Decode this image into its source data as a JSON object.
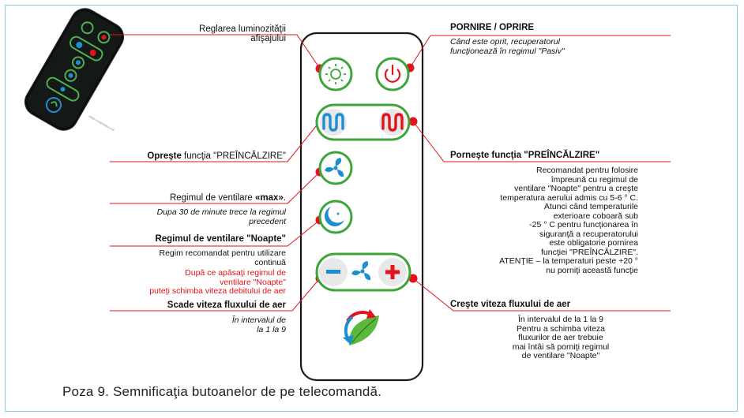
{
  "labels": {
    "brightness_title": "Reglarea luminozităţii",
    "brightness_sub": "afişajului",
    "power_title": "PORNIRE / OPRIRE",
    "power_desc_1": "Când este oprit, recuperatorul",
    "power_desc_2": "funcţionează în regimul \"Pasiv\"",
    "preheat_off_bold": "Opreşte",
    "preheat_off_rest": " funcţia \"PREÎNCĂLZIRE\"",
    "preheat_on_title": "Porneşte funcţia \"PREÎNCĂLZIRE\"",
    "preheat_on_desc": [
      "Recomandat pentru folosire",
      "împreună cu regimul de",
      "ventilare \"Noapte\" pentru a creşte",
      "temperatura aerului admis cu 5-6 ° C.",
      "Atunci când temperaturile",
      "exterioare coboară sub",
      "-25 ° C pentru funcţionarea în",
      "siguranţă a recuperatorului",
      "este obligatorie pornirea",
      "funcţiei \"PREÎNCĂLZIRE\".",
      "ATENŢIE – la temperaturi peste +20 °",
      "nu porniţi această funcţie"
    ],
    "max_title_rest": "Regimul de ventilare ",
    "max_title_bold": "«max»",
    "max_title_end": ".",
    "max_desc_1": "Dupa 30 de minute trece la regimul",
    "max_desc_2": "precedent",
    "night_title": "Regimul de ventilare \"Noapte\"",
    "night_desc_1": "Regim recomandat pentru utilizare",
    "night_desc_2": "continuă",
    "night_red_1": "După ce apăsaţi regimul de",
    "night_red_2": "ventilare \"Noapte\"",
    "night_red_3": "puteţi schimba viteza debitului de aer",
    "decrease_title": "Scade viteza fluxului de aer",
    "decrease_desc_1": "În intervalul de",
    "decrease_desc_2": "la 1 la 9",
    "increase_title": "Creşte viteza fluxului de aer",
    "increase_desc": [
      "În intervalul de la 1 la 9",
      "Pentru a schimba viteza",
      "fluxurilor de aer trebuie",
      "mai întâi să porniţi regimul",
      "de ventilare \"Noapte\""
    ]
  },
  "remote_photo_text": "www.recuperator.md",
  "caption": "Poza 9. Semnificaţia butoanelor de pe telecomandă.",
  "colors": {
    "accent_red": "#e3121b",
    "green": "#3ea53a",
    "blue": "#1d8fd1",
    "frame": "#7fd3df"
  }
}
